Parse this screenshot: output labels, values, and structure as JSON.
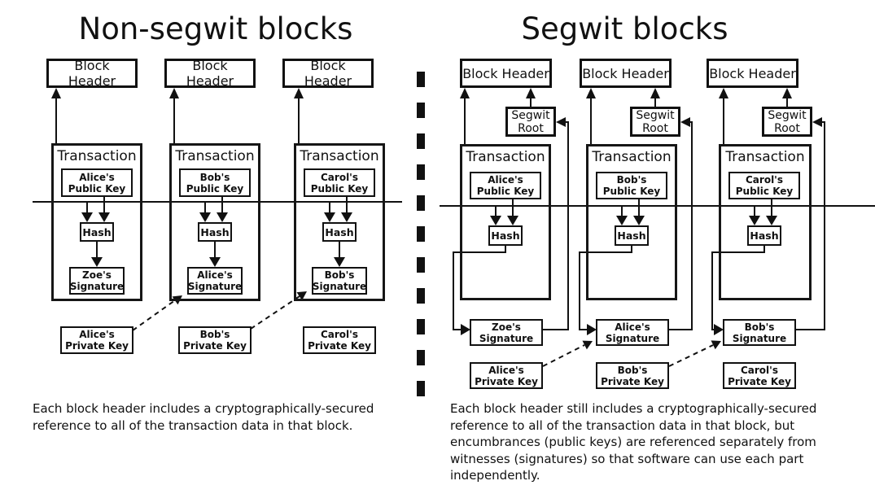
{
  "colors": {
    "ink": "#111111",
    "background": "#ffffff"
  },
  "left": {
    "title": "Non-segwit blocks",
    "caption": "Each block header includes a cryptographically-secured\nreference to all of the transaction data in that block.",
    "columns": [
      {
        "header": "Block Header",
        "transaction": "Transaction",
        "public_key": "Alice's\nPublic Key",
        "hash": "Hash",
        "signature": "Zoe's\nSignature",
        "private_key": "Alice's\nPrivate Key"
      },
      {
        "header": "Block Header",
        "transaction": "Transaction",
        "public_key": "Bob's\nPublic Key",
        "hash": "Hash",
        "signature": "Alice's\nSignature",
        "private_key": "Bob's\nPrivate Key"
      },
      {
        "header": "Block Header",
        "transaction": "Transaction",
        "public_key": "Carol's\nPublic Key",
        "hash": "Hash",
        "signature": "Bob's\nSignature",
        "private_key": "Carol's\nPrivate Key"
      }
    ]
  },
  "right": {
    "title": "Segwit blocks",
    "caption": "Each block header still includes a cryptographically-secured\nreference to all of the transaction data in that block, but\nencumbrances (public keys) are referenced separately from\nwitnesses (signatures) so that software can use each part\nindependently.",
    "columns": [
      {
        "header": "Block Header",
        "segwit_root": "Segwit\nRoot",
        "transaction": "Transaction",
        "public_key": "Alice's\nPublic Key",
        "hash": "Hash",
        "signature": "Zoe's\nSignature",
        "private_key": "Alice's\nPrivate Key"
      },
      {
        "header": "Block Header",
        "segwit_root": "Segwit\nRoot",
        "transaction": "Transaction",
        "public_key": "Bob's\nPublic Key",
        "hash": "Hash",
        "signature": "Alice's\nSignature",
        "private_key": "Bob's\nPrivate Key"
      },
      {
        "header": "Block Header",
        "segwit_root": "Segwit\nRoot",
        "transaction": "Transaction",
        "public_key": "Carol's\nPublic Key",
        "hash": "Hash",
        "signature": "Bob's\nSignature",
        "private_key": "Carol's\nPrivate Key"
      }
    ]
  }
}
